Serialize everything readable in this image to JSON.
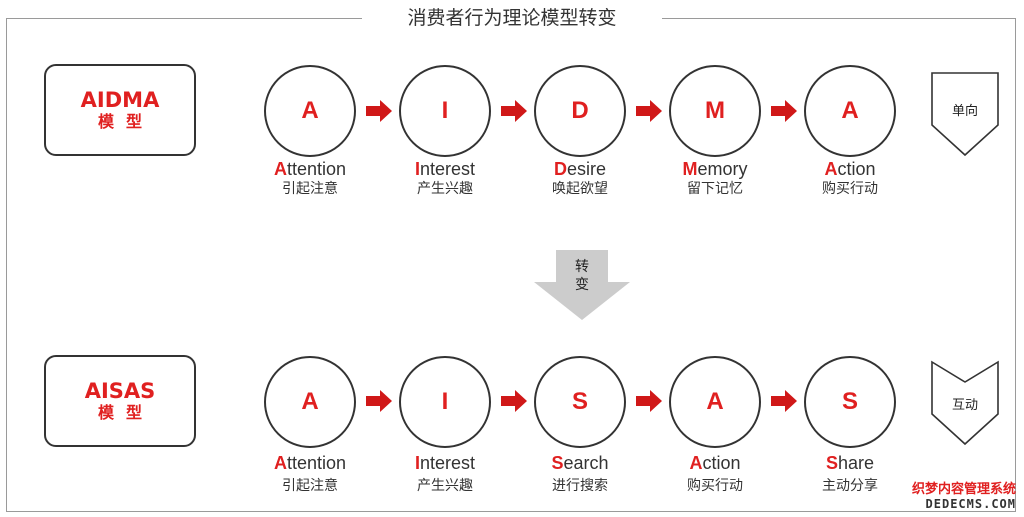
{
  "title": "消费者行为理论模型转变",
  "aidma": {
    "name": "AIDMA",
    "sub": "模型",
    "mode": "单向",
    "steps": [
      {
        "letter": "A",
        "first": "A",
        "rest": "ttention",
        "cn": "引起注意"
      },
      {
        "letter": "I",
        "first": "I",
        "rest": "nterest",
        "cn": "产生兴趣"
      },
      {
        "letter": "D",
        "first": "D",
        "rest": "esire",
        "cn": "唤起欲望"
      },
      {
        "letter": "M",
        "first": "M",
        "rest": "emory",
        "cn": "留下记忆"
      },
      {
        "letter": "A",
        "first": "A",
        "rest": "ction",
        "cn": "购买行动"
      }
    ]
  },
  "transition": {
    "line1": "转",
    "line2": "变"
  },
  "aisas": {
    "name": "AISAS",
    "sub": "模型",
    "mode": "互动",
    "steps": [
      {
        "letter": "A",
        "first": "A",
        "rest": "ttention",
        "cn": "引起注意"
      },
      {
        "letter": "I",
        "first": "I",
        "rest": "nterest",
        "cn": "产生兴趣"
      },
      {
        "letter": "S",
        "first": "S",
        "rest": "earch",
        "cn": "进行搜索"
      },
      {
        "letter": "A",
        "first": "A",
        "rest": "ction",
        "cn": "购买行动"
      },
      {
        "letter": "S",
        "first": "S",
        "rest": "hare",
        "cn": "主动分享"
      }
    ]
  },
  "watermark": {
    "line1": "织梦内容管理系统",
    "line2": "DEDECMS.COM"
  },
  "colors": {
    "accent": "#e02020",
    "arrow_gray": "#cccccc"
  }
}
